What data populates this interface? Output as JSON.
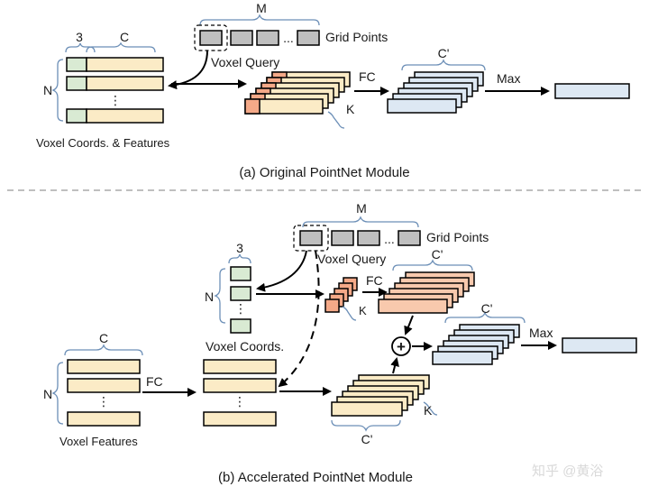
{
  "colors": {
    "feature": "#fbebc6",
    "coords": "#d9ead3",
    "grid": "#bfbfbf",
    "fc_out": "#dde8f3",
    "orange": "#f8c9ad",
    "orange_dark": "#f4a988",
    "brace": "#6c8fb7"
  },
  "top": {
    "label_3": "3",
    "label_c": "C",
    "label_n": "N",
    "label_m": "M",
    "label_k": "K",
    "label_cprime": "C'",
    "dots": "⋮",
    "grid_dots": "...",
    "grid_points": "Grid Points",
    "voxel_query": "Voxel Query",
    "fc": "FC",
    "max": "Max",
    "voxel_coords_features": "Voxel Coords. & Features",
    "caption": "(a) Original PointNet Module"
  },
  "bottom": {
    "label_m": "M",
    "label_3": "3",
    "label_n_coords": "N",
    "label_k_small": "K",
    "label_c_feat": "C",
    "label_n_feat": "N",
    "label_cprime_top": "C'",
    "label_cprime_mid": "C'",
    "label_cprime_bottom": "C'",
    "label_k_big": "K",
    "dots": "⋮",
    "grid_dots": "...",
    "grid_points": "Grid Points",
    "voxel_query": "Voxel Query",
    "fc_small": "FC",
    "fc_feat": "FC",
    "plus": "+",
    "max": "Max",
    "voxel_coords": "Voxel Coords.",
    "voxel_features": "Voxel Features",
    "caption": "(b) Accelerated PointNet Module"
  },
  "watermark": "知乎 @黄浴"
}
